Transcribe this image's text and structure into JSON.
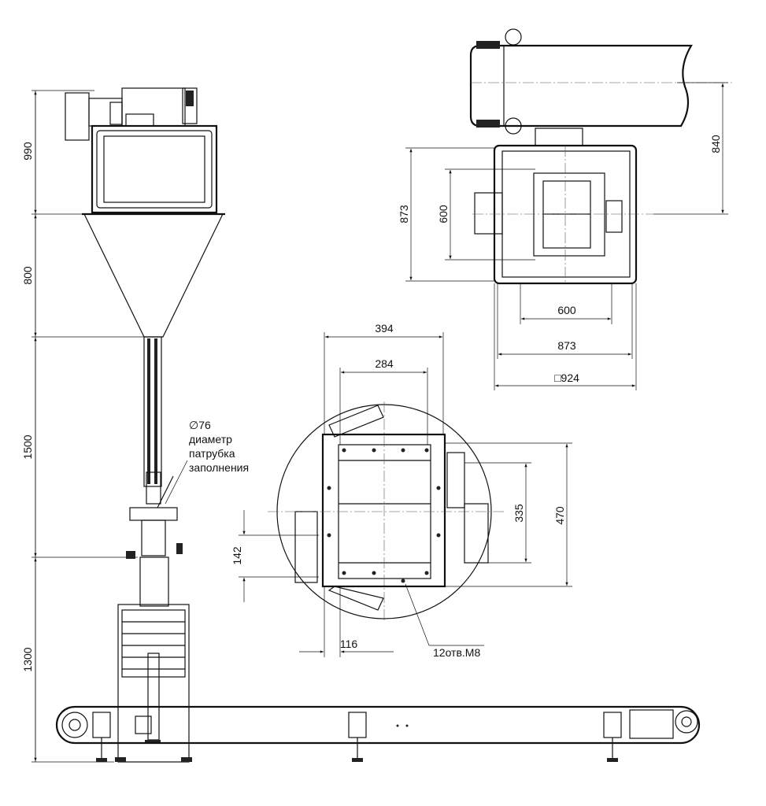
{
  "title": "Technical drawing: bag filling station with conveyor",
  "side_view": {
    "dimensions": [
      "990",
      "800",
      "1500",
      "1300"
    ],
    "annotation": {
      "diameter": "∅76",
      "line1": "диаметр",
      "line2": "патрубка",
      "line3": "заполнения"
    }
  },
  "top_view": {
    "dimensions": {
      "d840": "840",
      "d873_v": "873",
      "d600_v": "600",
      "d600_h": "600",
      "d873_h": "873",
      "d924": "□924"
    }
  },
  "detail_view": {
    "dimensions": {
      "d394": "394",
      "d284": "284",
      "d335": "335",
      "d470": "470",
      "d142": "142",
      "d116": "116"
    },
    "holes_note": "12отв.М8"
  }
}
